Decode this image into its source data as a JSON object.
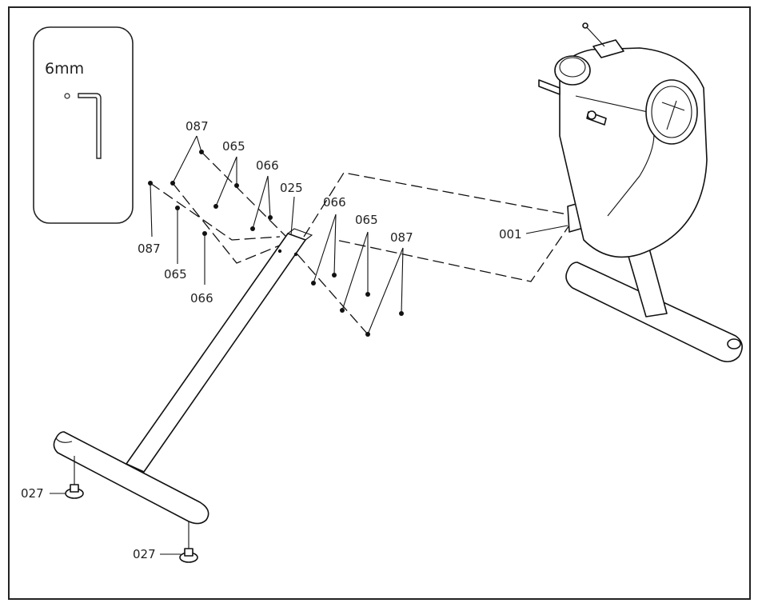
{
  "tool": {
    "size": "6mm",
    "icon": "hex-key-icon"
  },
  "callouts": {
    "bolt_087_top": "087",
    "washer_065_top": "065",
    "washer_066_top": "066",
    "tube_025": "025",
    "bolt_087_left": "087",
    "washer_065_left": "065",
    "washer_066_left": "066",
    "washer_066_right": "066",
    "washer_065_right": "065",
    "bolt_087_right": "087",
    "main_frame_001": "001",
    "foot_027_left": "027",
    "foot_027_bottom": "027"
  }
}
